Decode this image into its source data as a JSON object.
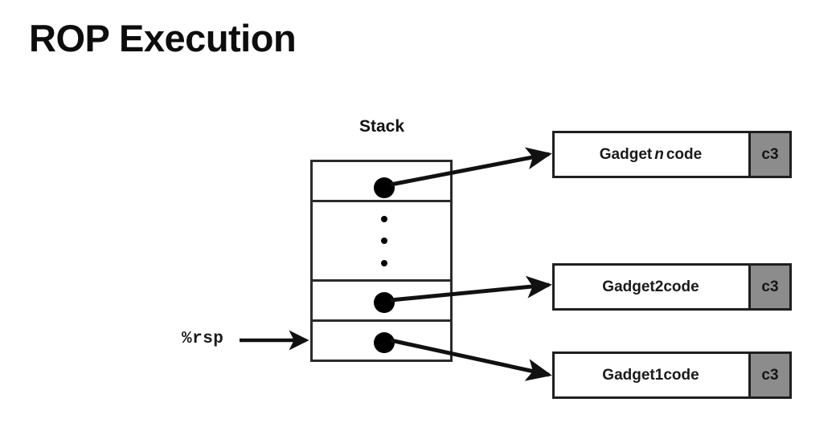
{
  "slide": {
    "title": "ROP Execution",
    "background_color": "#ffffff"
  },
  "stack": {
    "label": "Stack",
    "pointer_label": "%rsp",
    "cells": [
      {
        "name": "gadget-n-address",
        "content": "pointer-dot"
      },
      {
        "name": "omitted-entries",
        "content": "vertical-ellipsis"
      },
      {
        "name": "gadget-2-address",
        "content": "pointer-dot"
      },
      {
        "name": "gadget-1-address",
        "content": "pointer-dot"
      }
    ]
  },
  "gadgets": [
    {
      "label_prefix": "Gadget ",
      "label_index": "n",
      "label_suffix": " code",
      "index_italic": true,
      "ret_opcode": "c3"
    },
    {
      "label_prefix": "Gadget ",
      "label_index": "2",
      "label_suffix": " code",
      "index_italic": false,
      "ret_opcode": "c3"
    },
    {
      "label_prefix": "Gadget ",
      "label_index": "1",
      "label_suffix": " code",
      "index_italic": false,
      "ret_opcode": "c3"
    }
  ],
  "colors": {
    "ret_block_gray": "#8c8c8c",
    "outline": "#1f1f1f",
    "text": "#111111"
  }
}
